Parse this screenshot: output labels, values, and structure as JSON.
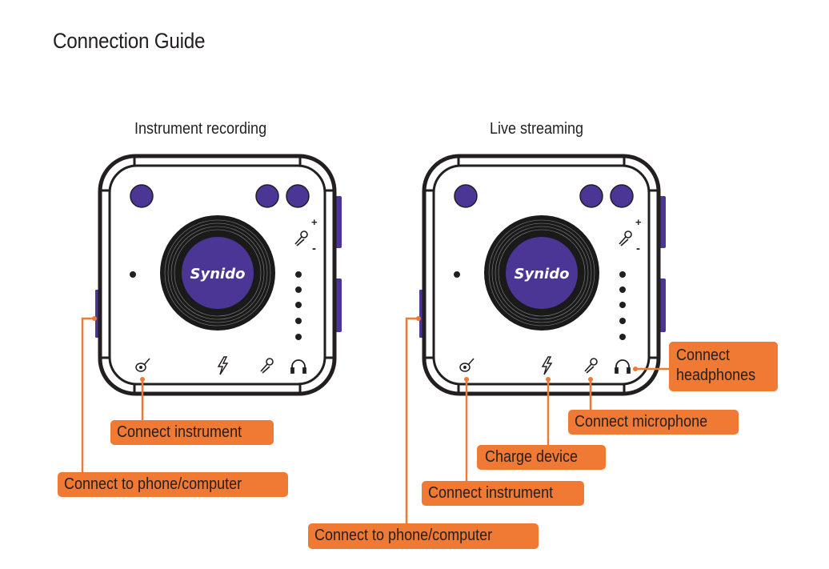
{
  "title": "Connection Guide",
  "colors": {
    "accent_orange": "#f07934",
    "device_purple": "#4b3595",
    "outline": "#231f20"
  },
  "device_logo": "Synido",
  "scenarios": [
    {
      "name": "Instrument recording",
      "callouts": {
        "instrument": "Connect instrument",
        "phone": "Connect to phone/computer"
      }
    },
    {
      "name": "Live streaming",
      "callouts": {
        "headphones_line1": "Connect",
        "headphones_line2": "headphones",
        "microphone": "Connect microphone",
        "charge": "Charge device",
        "instrument": "Connect instrument",
        "phone": "Connect to phone/computer"
      }
    }
  ],
  "device_icons": [
    "guitar-icon",
    "lightning-icon",
    "microphone-icon",
    "headphones-icon"
  ],
  "volume_labels": {
    "plus": "+",
    "minus": "-"
  }
}
